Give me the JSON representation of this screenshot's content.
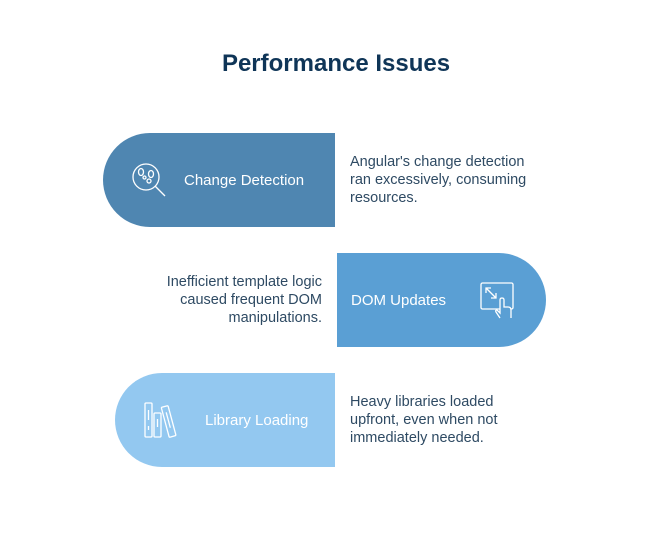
{
  "title": "Performance Issues",
  "colors": {
    "title": "#0f3557",
    "item1": "#4f86b1",
    "item2": "#5a9fd4",
    "item3": "#93c8f0",
    "text": "#2e4a63"
  },
  "items": [
    {
      "label": "Change Detection",
      "icon": "magnifier-bacteria-icon",
      "description": "Angular's change detection ran excessively, consuming resources.",
      "desc_lines": [
        "Angular's change detection",
        "ran excessively, consuming",
        "resources."
      ]
    },
    {
      "label": "DOM Updates",
      "icon": "resize-touch-icon",
      "description": "Inefficient template logic caused frequent DOM manipulations.",
      "desc_lines": [
        "Inefficient template logic",
        "caused frequent DOM",
        "manipulations."
      ]
    },
    {
      "label": "Library Loading",
      "icon": "books-icon",
      "description": "Heavy libraries loaded upfront, even when not immediately needed.",
      "desc_lines": [
        "Heavy libraries loaded",
        "upfront, even when not",
        "immediately needed."
      ]
    }
  ]
}
